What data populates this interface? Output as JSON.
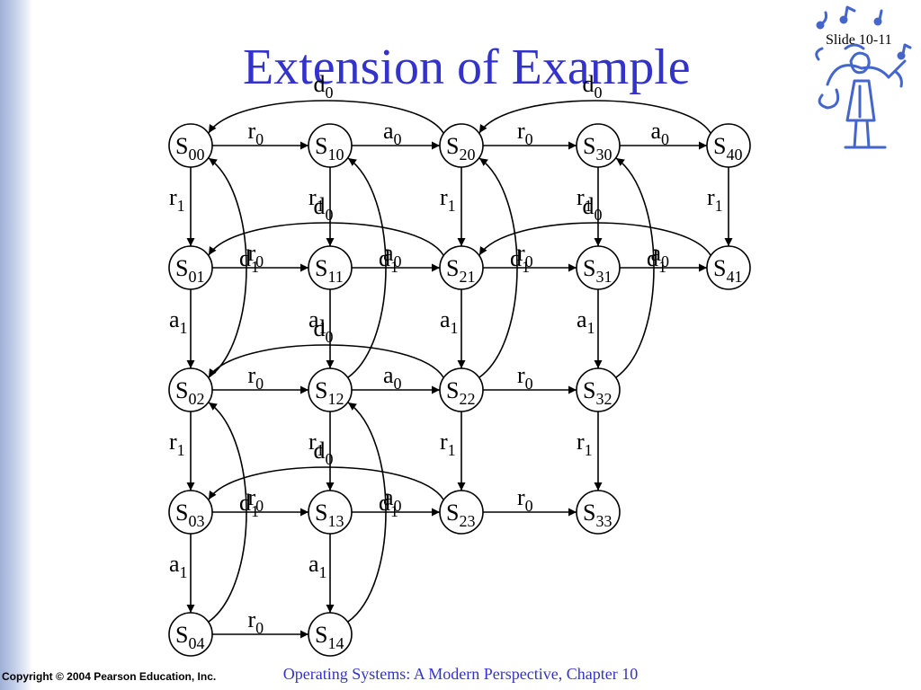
{
  "slide": {
    "title": "Extension of Example",
    "number": "Slide 10-11",
    "copyright": "Copyright © 2004 Pearson Education, Inc.",
    "footer": "Operating Systems: A Modern Perspective, Chapter 10"
  },
  "colors": {
    "title": "#3333cc",
    "footer": "#3333cc",
    "logo": "#4466cc",
    "line": "#000000"
  },
  "diagram": {
    "states": [
      {
        "id": "S00",
        "base": "S",
        "sub": "00",
        "col": 0,
        "row": 0
      },
      {
        "id": "S10",
        "base": "S",
        "sub": "10",
        "col": 1,
        "row": 0
      },
      {
        "id": "S20",
        "base": "S",
        "sub": "20",
        "col": 2,
        "row": 0
      },
      {
        "id": "S30",
        "base": "S",
        "sub": "30",
        "col": 3,
        "row": 0
      },
      {
        "id": "S40",
        "base": "S",
        "sub": "40",
        "col": 4,
        "row": 0
      },
      {
        "id": "S01",
        "base": "S",
        "sub": "01",
        "col": 0,
        "row": 1
      },
      {
        "id": "S11",
        "base": "S",
        "sub": "11",
        "col": 1,
        "row": 1
      },
      {
        "id": "S21",
        "base": "S",
        "sub": "21",
        "col": 2,
        "row": 1
      },
      {
        "id": "S31",
        "base": "S",
        "sub": "31",
        "col": 3,
        "row": 1
      },
      {
        "id": "S41",
        "base": "S",
        "sub": "41",
        "col": 4,
        "row": 1
      },
      {
        "id": "S02",
        "base": "S",
        "sub": "02",
        "col": 0,
        "row": 2
      },
      {
        "id": "S12",
        "base": "S",
        "sub": "12",
        "col": 1,
        "row": 2
      },
      {
        "id": "S22",
        "base": "S",
        "sub": "22",
        "col": 2,
        "row": 2
      },
      {
        "id": "S32",
        "base": "S",
        "sub": "32",
        "col": 3,
        "row": 2
      },
      {
        "id": "S03",
        "base": "S",
        "sub": "03",
        "col": 0,
        "row": 3
      },
      {
        "id": "S13",
        "base": "S",
        "sub": "13",
        "col": 1,
        "row": 3
      },
      {
        "id": "S23",
        "base": "S",
        "sub": "23",
        "col": 2,
        "row": 3
      },
      {
        "id": "S33",
        "base": "S",
        "sub": "33",
        "col": 3,
        "row": 3
      },
      {
        "id": "S04",
        "base": "S",
        "sub": "04",
        "col": 0,
        "row": 4
      },
      {
        "id": "S14",
        "base": "S",
        "sub": "14",
        "col": 1,
        "row": 4
      }
    ],
    "edges": [
      {
        "from": "S00",
        "to": "S10",
        "kind": "straight",
        "label": "r",
        "sub": "0"
      },
      {
        "from": "S10",
        "to": "S20",
        "kind": "straight",
        "label": "a",
        "sub": "0"
      },
      {
        "from": "S20",
        "to": "S30",
        "kind": "straight",
        "label": "r",
        "sub": "0"
      },
      {
        "from": "S30",
        "to": "S40",
        "kind": "straight",
        "label": "a",
        "sub": "0"
      },
      {
        "from": "S01",
        "to": "S11",
        "kind": "straight",
        "label": "r",
        "sub": "0"
      },
      {
        "from": "S11",
        "to": "S21",
        "kind": "straight",
        "label": "a",
        "sub": "0"
      },
      {
        "from": "S21",
        "to": "S31",
        "kind": "straight",
        "label": "r",
        "sub": "0"
      },
      {
        "from": "S31",
        "to": "S41",
        "kind": "straight",
        "label": "a",
        "sub": "0"
      },
      {
        "from": "S02",
        "to": "S12",
        "kind": "straight",
        "label": "r",
        "sub": "0"
      },
      {
        "from": "S12",
        "to": "S22",
        "kind": "straight",
        "label": "a",
        "sub": "0"
      },
      {
        "from": "S22",
        "to": "S32",
        "kind": "straight",
        "label": "r",
        "sub": "0"
      },
      {
        "from": "S03",
        "to": "S13",
        "kind": "straight",
        "label": "r",
        "sub": "0"
      },
      {
        "from": "S13",
        "to": "S23",
        "kind": "straight",
        "label": "a",
        "sub": "0"
      },
      {
        "from": "S23",
        "to": "S33",
        "kind": "straight",
        "label": "r",
        "sub": "0"
      },
      {
        "from": "S04",
        "to": "S14",
        "kind": "straight",
        "label": "r",
        "sub": "0"
      },
      {
        "from": "S00",
        "to": "S01",
        "kind": "straight",
        "label": "r",
        "sub": "1"
      },
      {
        "from": "S10",
        "to": "S11",
        "kind": "straight",
        "label": "r",
        "sub": "1"
      },
      {
        "from": "S20",
        "to": "S21",
        "kind": "straight",
        "label": "r",
        "sub": "1"
      },
      {
        "from": "S30",
        "to": "S31",
        "kind": "straight",
        "label": "r",
        "sub": "1"
      },
      {
        "from": "S40",
        "to": "S41",
        "kind": "straight",
        "label": "r",
        "sub": "1"
      },
      {
        "from": "S01",
        "to": "S02",
        "kind": "straight",
        "label": "a",
        "sub": "1"
      },
      {
        "from": "S11",
        "to": "S12",
        "kind": "straight",
        "label": "a",
        "sub": "1"
      },
      {
        "from": "S21",
        "to": "S22",
        "kind": "straight",
        "label": "a",
        "sub": "1"
      },
      {
        "from": "S31",
        "to": "S32",
        "kind": "straight",
        "label": "a",
        "sub": "1"
      },
      {
        "from": "S02",
        "to": "S03",
        "kind": "straight",
        "label": "r",
        "sub": "1"
      },
      {
        "from": "S12",
        "to": "S13",
        "kind": "straight",
        "label": "r",
        "sub": "1"
      },
      {
        "from": "S22",
        "to": "S23",
        "kind": "straight",
        "label": "r",
        "sub": "1"
      },
      {
        "from": "S32",
        "to": "S33",
        "kind": "straight",
        "label": "r",
        "sub": "1"
      },
      {
        "from": "S03",
        "to": "S04",
        "kind": "straight",
        "label": "a",
        "sub": "1"
      },
      {
        "from": "S13",
        "to": "S14",
        "kind": "straight",
        "label": "a",
        "sub": "1"
      },
      {
        "from": "S20",
        "to": "S00",
        "kind": "arc-h",
        "label": "d",
        "sub": "0"
      },
      {
        "from": "S40",
        "to": "S20",
        "kind": "arc-h",
        "label": "d",
        "sub": "0"
      },
      {
        "from": "S21",
        "to": "S01",
        "kind": "arc-h",
        "label": "d",
        "sub": "0"
      },
      {
        "from": "S41",
        "to": "S21",
        "kind": "arc-h",
        "label": "d",
        "sub": "0"
      },
      {
        "from": "S22",
        "to": "S02",
        "kind": "arc-h",
        "label": "d",
        "sub": "0"
      },
      {
        "from": "S23",
        "to": "S03",
        "kind": "arc-h",
        "label": "d",
        "sub": "0"
      },
      {
        "from": "S02",
        "to": "S00",
        "kind": "arc-v",
        "label": "d",
        "sub": "1"
      },
      {
        "from": "S12",
        "to": "S10",
        "kind": "arc-v",
        "label": "d",
        "sub": "1"
      },
      {
        "from": "S22",
        "to": "S20",
        "kind": "arc-v",
        "label": "d",
        "sub": "1"
      },
      {
        "from": "S32",
        "to": "S30",
        "kind": "arc-v",
        "label": "d",
        "sub": "1"
      },
      {
        "from": "S04",
        "to": "S02",
        "kind": "arc-v",
        "label": "d",
        "sub": "1"
      },
      {
        "from": "S14",
        "to": "S12",
        "kind": "arc-v",
        "label": "d",
        "sub": "1"
      }
    ]
  }
}
